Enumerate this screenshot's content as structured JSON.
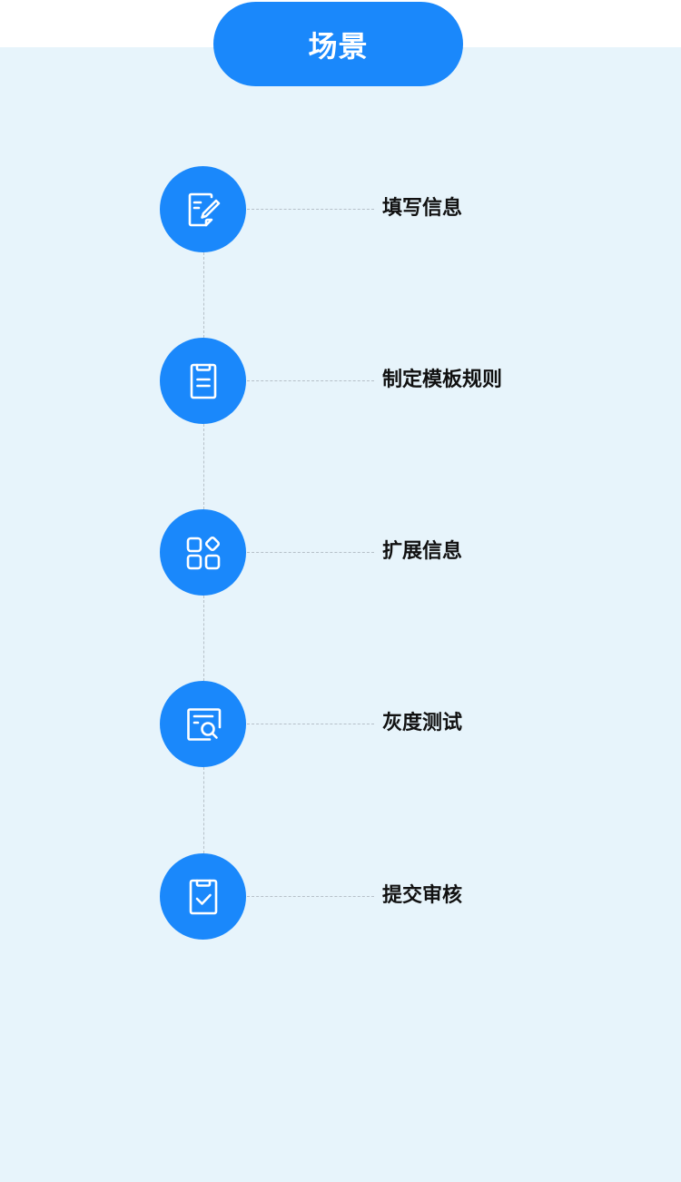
{
  "header": {
    "title": "场景"
  },
  "colors": {
    "accent": "#1a88fb",
    "panel_bg": "#e7f4fb",
    "connector": "#b6c0c8",
    "label_text": "#111111"
  },
  "steps": [
    {
      "label": "填写信息",
      "icon": "edit-document-icon"
    },
    {
      "label": "制定模板规则",
      "icon": "clipboard-list-icon"
    },
    {
      "label": "扩展信息",
      "icon": "apps-grid-icon"
    },
    {
      "label": "灰度测试",
      "icon": "document-search-icon"
    },
    {
      "label": "提交审核",
      "icon": "clipboard-check-icon"
    }
  ]
}
